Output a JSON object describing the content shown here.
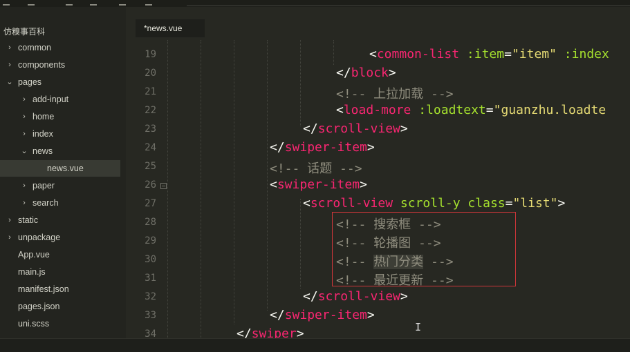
{
  "sidebar": {
    "root_label": "仿糗事百科",
    "items": [
      {
        "label": "common",
        "expanded": false,
        "is_folder": true
      },
      {
        "label": "components",
        "expanded": false,
        "is_folder": true
      },
      {
        "label": "pages",
        "expanded": true,
        "is_folder": true
      },
      {
        "label": "add-input",
        "expanded": false,
        "is_folder": true
      },
      {
        "label": "home",
        "expanded": false,
        "is_folder": true
      },
      {
        "label": "index",
        "expanded": false,
        "is_folder": true
      },
      {
        "label": "news",
        "expanded": true,
        "is_folder": true
      },
      {
        "label": "news.vue",
        "is_folder": false,
        "selected": true
      },
      {
        "label": "paper",
        "expanded": false,
        "is_folder": true
      },
      {
        "label": "search",
        "expanded": false,
        "is_folder": true
      },
      {
        "label": "static",
        "expanded": false,
        "is_folder": true
      },
      {
        "label": "unpackage",
        "expanded": false,
        "is_folder": true
      },
      {
        "label": "App.vue",
        "is_folder": false
      },
      {
        "label": "main.js",
        "is_folder": false
      },
      {
        "label": "manifest.json",
        "is_folder": false
      },
      {
        "label": "pages.json",
        "is_folder": false
      },
      {
        "label": "uni.scss",
        "is_folder": false
      }
    ]
  },
  "tab": {
    "label": "*news.vue"
  },
  "editor": {
    "line_numbers": [
      "19",
      "20",
      "21",
      "22",
      "23",
      "24",
      "25",
      "26",
      "27",
      "28",
      "29",
      "30",
      "31",
      "32",
      "33",
      "34"
    ],
    "lines": [
      {
        "open": "<",
        "tag": "common-list",
        "a1": " :item",
        "eq1": "=",
        "s1": "\"item\"",
        "a2": " :index"
      },
      {
        "open": "</",
        "tag": "block",
        "close": ">"
      },
      {
        "comment": "<!-- 上拉加载 -->"
      },
      {
        "open": "<",
        "tag": "load-more",
        "a1": " :loadtext",
        "eq1": "=",
        "s1": "\"guanzhu.loadte"
      },
      {
        "open": "</",
        "tag": "scroll-view",
        "close": ">"
      },
      {
        "open": "</",
        "tag": "swiper-item",
        "close": ">"
      },
      {
        "comment": "<!-- 话题 -->"
      },
      {
        "open": "<",
        "tag": "swiper-item",
        "close": ">"
      },
      {
        "open": "<",
        "tag": "scroll-view",
        "a1": " scroll-y class",
        "eq1": "=",
        "s1": "\"list\"",
        "close": ">"
      },
      {
        "comment_pre": "<!-- ",
        "comment_cjk": "搜索框",
        "comment_post": " -->"
      },
      {
        "comment_pre": "<!-- ",
        "comment_cjk": "轮播图",
        "comment_post": " -->"
      },
      {
        "comment_pre": "<!-- ",
        "comment_cjk": "热门分类",
        "comment_post": " -->"
      },
      {
        "comment_pre": "<!-- ",
        "comment_cjk": "最近更新",
        "comment_post": " -->"
      },
      {
        "open": "</",
        "tag": "scroll-view",
        "close": ">"
      },
      {
        "open": "</",
        "tag": "swiper-item",
        "close": ">"
      },
      {
        "open": "</",
        "tag": "swiper",
        "close": ">"
      }
    ]
  },
  "colors": {
    "background": "#272822",
    "tag": "#f92672",
    "attribute": "#a6e22e",
    "string": "#e6db74",
    "comment": "#8f8d7e",
    "highlight_box": "#d0363a"
  }
}
